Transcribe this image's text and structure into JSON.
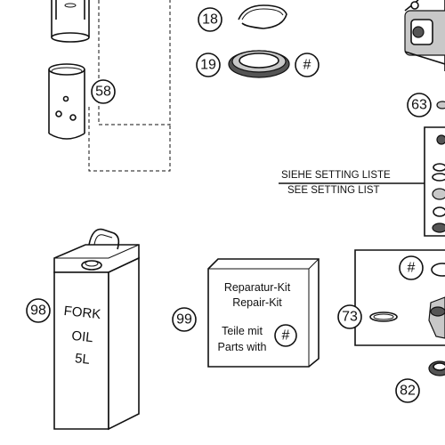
{
  "callouts": {
    "c18": "18",
    "c19": "19",
    "c58": "58",
    "c63": "63",
    "c98": "98",
    "c99": "99",
    "c73": "73",
    "c82": "82",
    "hash_19": "#",
    "hash_kit": "#",
    "hash_right": "#"
  },
  "setting_note": {
    "line1": "SIEHE SETTING LISTE",
    "line2": "SEE SETTING LIST"
  },
  "repair_kit": {
    "line1": "Reparatur-Kit",
    "line2": "Repair-Kit",
    "line3": "Teile mit",
    "line4": "Parts with"
  },
  "oil_can": {
    "line1": "FORK",
    "line2": "OIL",
    "line3": "5L"
  }
}
